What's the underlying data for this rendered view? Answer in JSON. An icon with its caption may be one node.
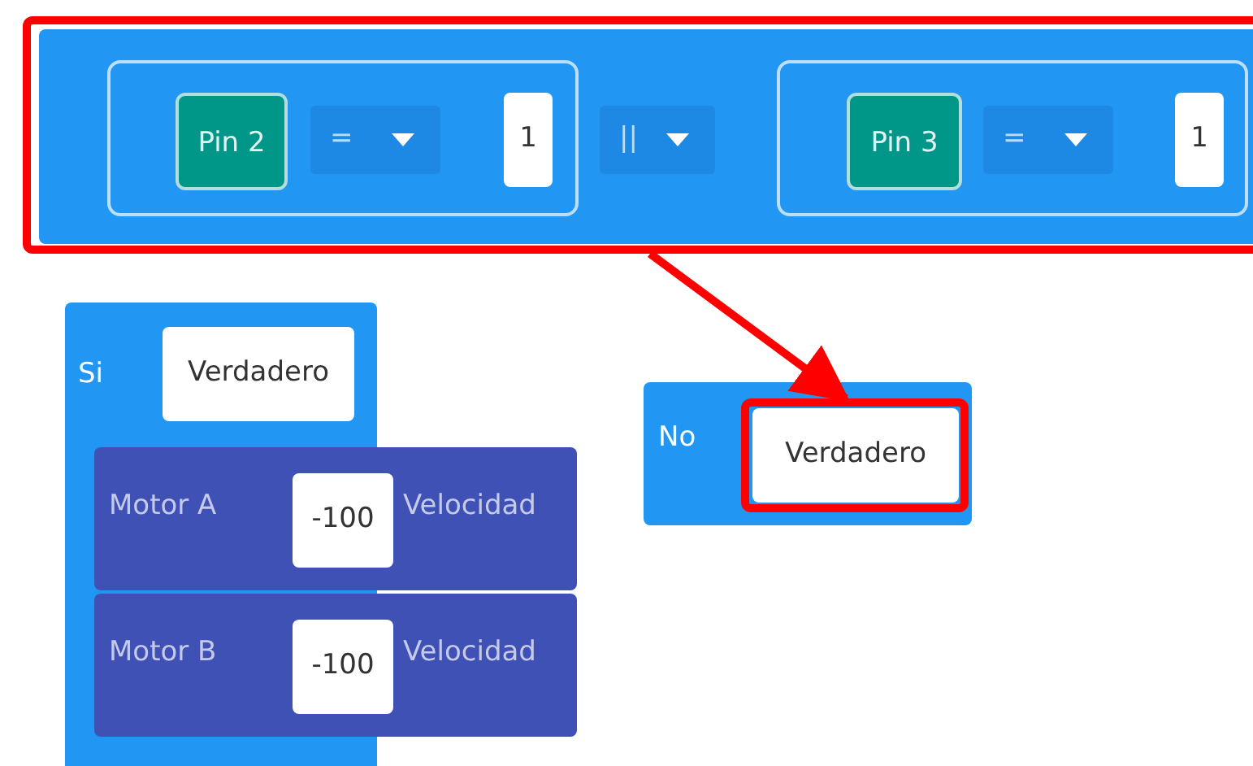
{
  "diagram": {
    "nodes": [
      {
        "text": [],
        "shape": "box"
      },
      {
        "text": [],
        "shape": "box",
        "in": 0
      },
      {
        "text": [],
        "shape": "box",
        "in": 1
      },
      {
        "text": [
          "Pin 2"
        ],
        "in": 2
      },
      {
        "text": [
          "="
        ],
        "in": 2
      },
      {
        "text": [
          "1"
        ],
        "in": 2
      },
      {
        "text": [
          "||"
        ],
        "in": 1
      },
      {
        "text": [],
        "shape": "box",
        "in": 1
      },
      {
        "text": [
          "Pin 3"
        ],
        "in": 7
      },
      {
        "text": [
          "="
        ],
        "in": 7
      },
      {
        "text": [
          "1"
        ],
        "in": 7
      },
      {
        "text": [
          "Si"
        ]
      },
      {
        "text": [
          "Verdadero"
        ],
        "in": 11
      },
      {
        "text": [
          "Motor A",
          "Velocidad"
        ]
      },
      {
        "text": [
          "-100"
        ],
        "in": 13
      },
      {
        "text": [
          "Motor B",
          "Velocidad"
        ]
      },
      {
        "text": [
          "-100"
        ],
        "in": 15
      },
      {
        "text": [
          "No"
        ]
      },
      {
        "text": [],
        "shape": "box",
        "in": 17
      },
      {
        "text": [
          "Verdadero"
        ],
        "in": 18
      }
    ],
    "edges": [
      {
        "from": 0,
        "to": 18,
        "arrow": "to",
        "color": "#ff0000"
      }
    ]
  }
}
